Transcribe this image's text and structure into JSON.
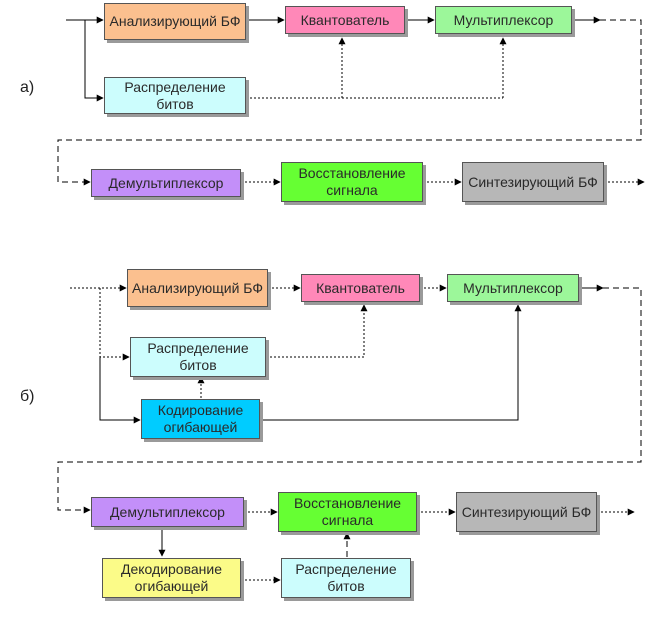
{
  "section_a": {
    "label": "а)",
    "analysis_bf": "Анализирующий БФ",
    "quantizer": "Квантователь",
    "multiplexer": "Мультиплексор",
    "bit_allocation": "Распределение битов",
    "demultiplexer": "Демультиплексор",
    "reconstruction": "Восстановление сигнала",
    "synthesis_bf": "Синтезирующий БФ"
  },
  "section_b": {
    "label": "б)",
    "analysis_bf": "Анализирующий БФ",
    "quantizer": "Квантователь",
    "multiplexer": "Мультиплексор",
    "bit_allocation": "Распределение битов",
    "envelope_coding": "Кодирование огибающей",
    "demultiplexer": "Демультиплексор",
    "reconstruction": "Восстановление сигнала",
    "synthesis_bf": "Синтезирующий БФ",
    "envelope_decoding": "Декодирование огибающей",
    "bit_allocation_rx": "Распределение битов"
  },
  "colors": {
    "analysis": "#fbc08f",
    "quantizer": "#ff88b8",
    "multiplexer": "#9cf79a",
    "bit_allocation": "#ccfdfd",
    "demultiplexer": "#c38ff9",
    "reconstruction": "#66ff33",
    "synthesis": "#b7b7b7",
    "envelope_coding": "#00ccff",
    "envelope_decoding": "#fbfb88"
  }
}
